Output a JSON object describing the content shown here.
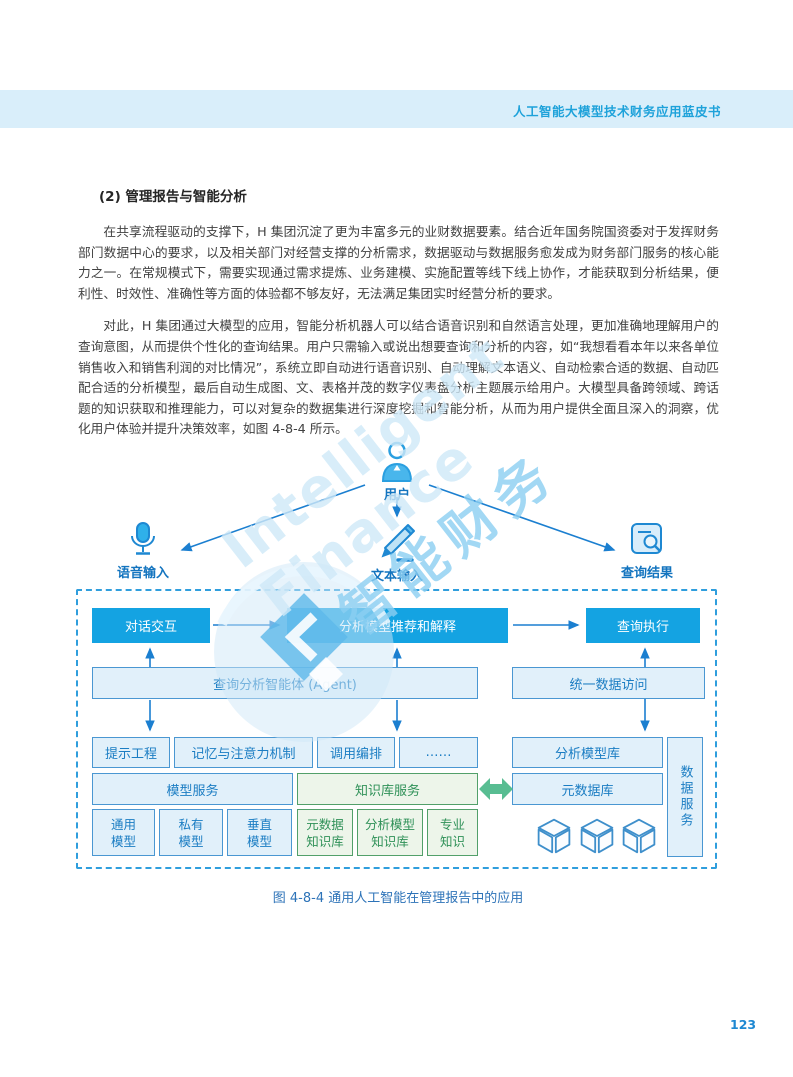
{
  "header": {
    "title": "人工智能大模型技术财务应用蓝皮书"
  },
  "section": {
    "heading": "(2) 管理报告与智能分析",
    "para1": "在共享流程驱动的支撑下，H 集团沉淀了更为丰富多元的业财数据要素。结合近年国务院国资委对于发挥财务部门数据中心的要求，以及相关部门对经营支撑的分析需求，数据驱动与数据服务愈发成为财务部门服务的核心能力之一。在常规模式下，需要实现通过需求提炼、业务建模、实施配置等线下线上协作，才能获取到分析结果，便利性、时效性、准确性等方面的体验都不够友好，无法满足集团实时经营分析的要求。",
    "para2": "对此，H 集团通过大模型的应用，智能分析机器人可以结合语音识别和自然语言处理，更加准确地理解用户的查询意图，从而提供个性化的查询结果。用户只需输入或说出想要查询和分析的内容，如“我想看看本年以来各单位销售收入和销售利润的对比情况”，系统立即自动进行语音识别、自动理解文本语义、自动检索合适的数据、自动匹配合适的分析模型，最后自动生成图、文、表格并茂的数字仪表盘分析主题展示给用户。大模型具备跨领域、跨话题的知识获取和推理能力，可以对复杂的数据集进行深度挖掘和智能分析，从而为用户提供全面且深入的洞察，优化用户体验并提升决策效率，如图 4-8-4 所示。"
  },
  "diagram": {
    "user_label": "用户",
    "inputs": {
      "voice": "语音输入",
      "text": "文本输入",
      "result": "查询结果"
    },
    "row1": [
      "对话交互",
      "分析模型推荐和解释",
      "查询执行"
    ],
    "row2": [
      "查询分析智能体 (Agent)",
      "统一数据访问"
    ],
    "row3": [
      "提示工程",
      "记忆与注意力机制",
      "调用编排",
      "……",
      "分析模型库"
    ],
    "row4": [
      "模型服务",
      "知识库服务",
      "元数据库"
    ],
    "row5": [
      "通用\n模型",
      "私有\n模型",
      "垂直\n模型",
      "元数据\n知识库",
      "分析模型\n知识库",
      "专业\n知识"
    ],
    "data_service": "数据服务",
    "caption": "图 4-8-4 通用人工智能在管理报告中的应用"
  },
  "watermark": {
    "line1": "Intelligent",
    "line2": "Finance",
    "line3": "智能财务"
  },
  "footer": {
    "page_number": "123"
  },
  "colors": {
    "band": "#d9eefa",
    "band_text": "#1ea2da",
    "solid_box": "#14a3e2",
    "light_blue_fill": "#e1f0fa",
    "blue_border": "#4a97d2",
    "blue_text": "#1b7dc3",
    "green_fill": "#edf5ea",
    "green_border": "#52a06a",
    "green_arrow": "#58bd92",
    "connector": "#1b7fd0",
    "caption_text": "#2d73b8"
  }
}
